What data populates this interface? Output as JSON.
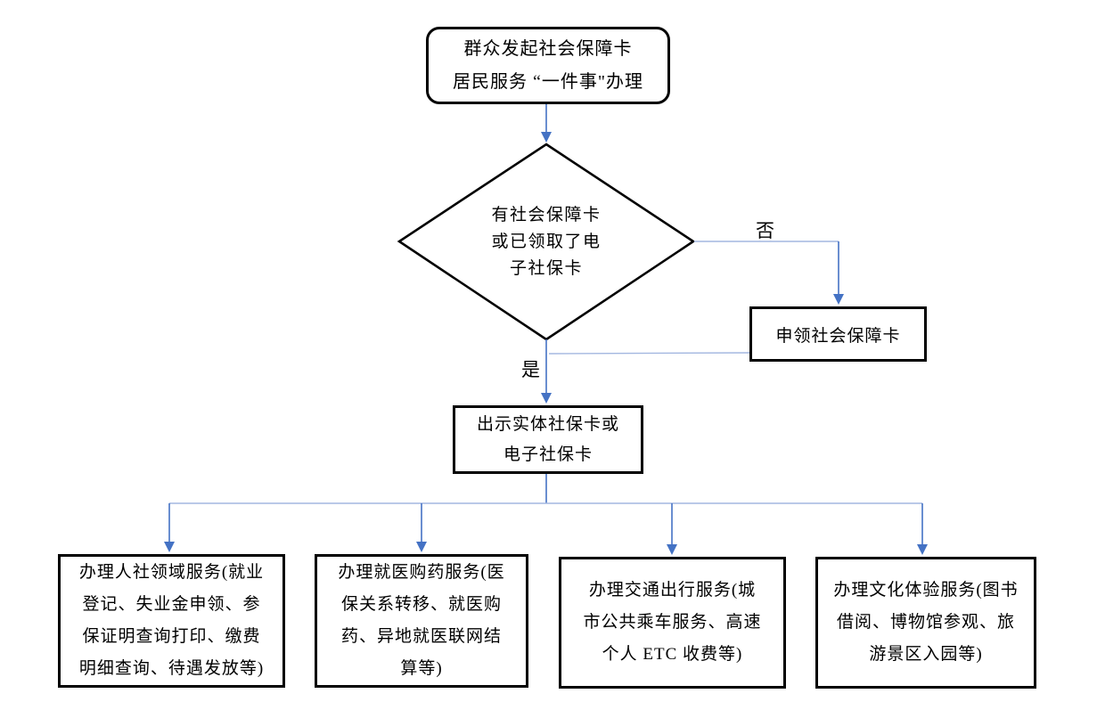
{
  "colors": {
    "connector_dark": "#4472c4",
    "connector_light": "#a3b7e0",
    "border": "#000000",
    "text": "#000000",
    "background": "#ffffff"
  },
  "flowchart": {
    "start": {
      "lines": [
        "群众发起社会保障卡",
        "居民服务 “一件事\"办理"
      ]
    },
    "decision": {
      "lines": [
        "有社会保障卡",
        "或已领取了电",
        "子社保卡"
      ]
    },
    "edges": {
      "no_label": "否",
      "yes_label": "是"
    },
    "apply_card": {
      "label": "申领社会保障卡"
    },
    "show_card": {
      "lines": [
        "出示实体社保卡或",
        "电子社保卡"
      ]
    },
    "services": [
      {
        "lines": [
          "办理人社领域服务(就业",
          "登记、失业金申领、参",
          "保证明查询打印、缴费",
          "明细查询、待遇发放等)"
        ]
      },
      {
        "lines": [
          "办理就医购药服务(医",
          "保关系转移、就医购",
          "药、异地就医联网结",
          "算等)"
        ]
      },
      {
        "lines": [
          "办理交通出行服务(城",
          "市公共乘车服务、高速",
          "个人 ETC 收费等)"
        ]
      },
      {
        "lines": [
          "办理文化体验服务(图书",
          "借阅、博物馆参观、旅",
          "游景区入园等)"
        ]
      }
    ]
  }
}
